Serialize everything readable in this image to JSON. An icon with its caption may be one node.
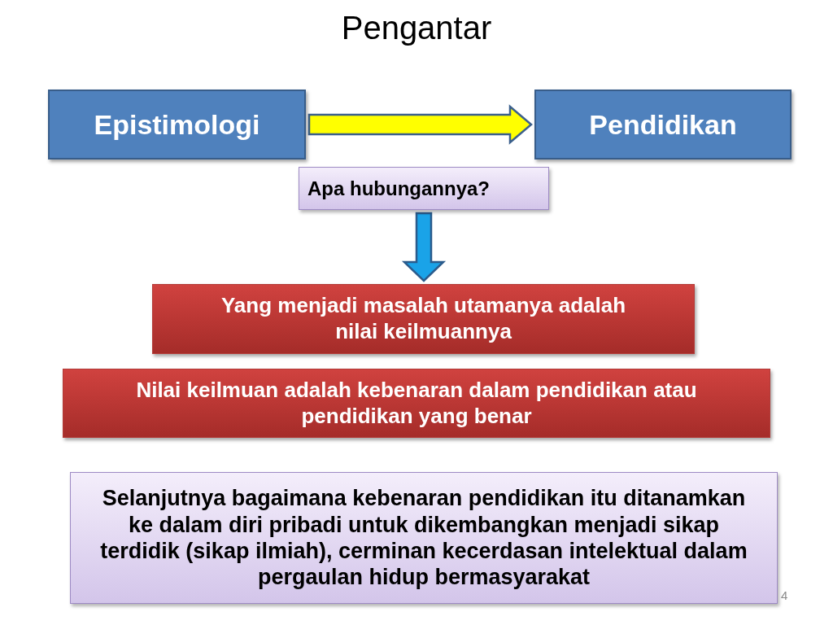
{
  "diagram": {
    "title": "Pengantar",
    "nodes": [
      {
        "text": [
          "Epistimologi"
        ]
      },
      {
        "text": [
          "Pendidikan"
        ]
      },
      {
        "text": [
          "Apa hubungannya?"
        ]
      },
      {
        "text": [
          "Yang menjadi masalah utamanya adalah nilai keilmuannya"
        ]
      },
      {
        "text": [
          "Nilai keilmuan adalah kebenaran dalam pendidikan atau pendidikan yang benar"
        ]
      },
      {
        "text": [
          "Selanjutnya bagaimana kebenaran pendidikan itu ditanamkan ke dalam diri pribadi untuk dikembangkan menjadi sikap terdidik (sikap ilmiah), cerminan kecerdasan intelektual dalam pergaulan hidup bermasyarakat"
        ]
      }
    ],
    "edges": [
      {
        "from": 0,
        "to": 1,
        "arrow": "to",
        "color": "#ffff00"
      },
      {
        "from": 2,
        "to": 3,
        "arrow": "to",
        "color": "#1aa3e8"
      }
    ],
    "labels": [
      "4"
    ]
  }
}
